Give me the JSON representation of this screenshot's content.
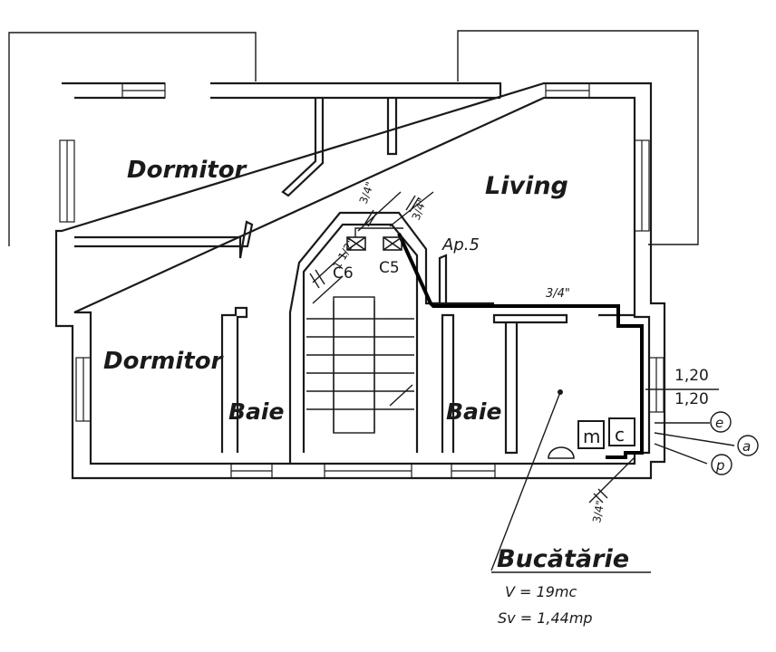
{
  "rooms": {
    "dormitor_top": "Dormitor",
    "dormitor_bottom": "Dormitor",
    "living": "Living",
    "baie_left": "Baie",
    "baie_right": "Baie",
    "bucatarie": "Bucătărie"
  },
  "apartment": "Ap.5",
  "meters": {
    "c6": "C6",
    "c5": "C5"
  },
  "appliances": {
    "m": "m",
    "c": "c"
  },
  "pipe_sizes": {
    "a": "3/4\"",
    "b": "3/4\"",
    "c": "1 1/2\"",
    "d": "3/4\"",
    "e": "3/4\""
  },
  "dimensions": {
    "top": "1,20",
    "bottom": "1,20"
  },
  "markers": {
    "e": "e",
    "a": "a",
    "p": "p"
  },
  "kitchen_specs": {
    "volume": "V = 19mc",
    "area": "Sv = 1,44mp"
  }
}
